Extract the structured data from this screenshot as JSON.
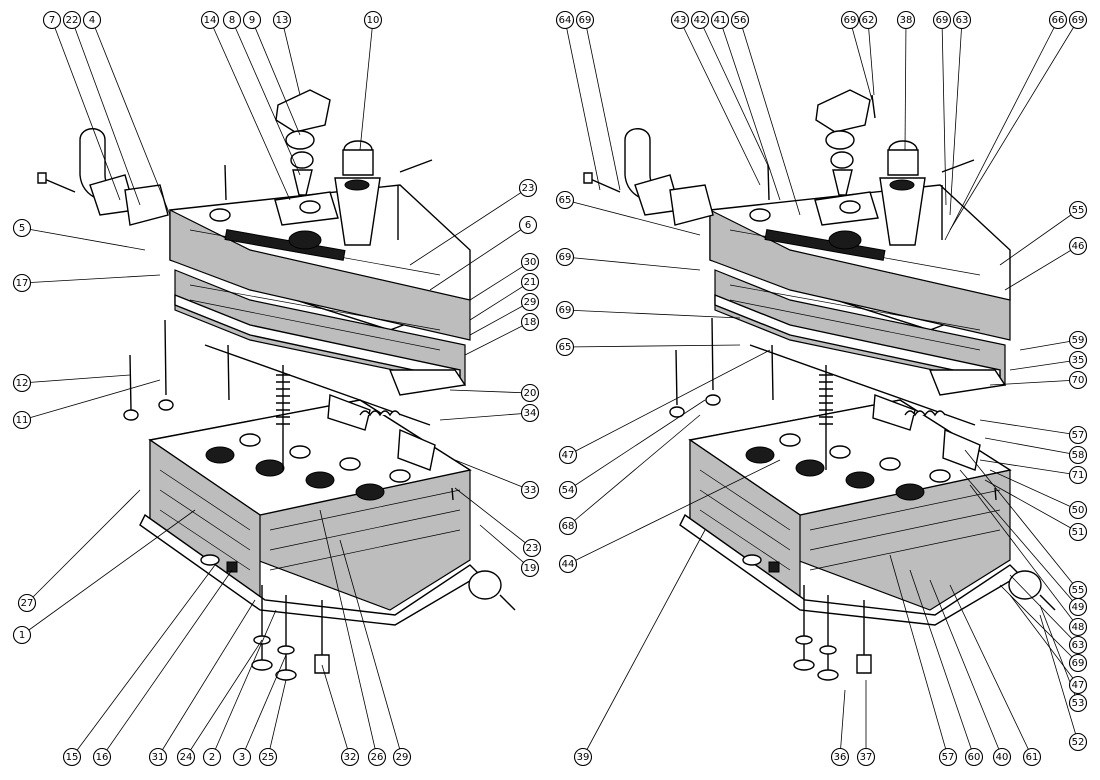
{
  "callouts": {
    "left": [
      "7",
      "22",
      "4",
      "14",
      "8",
      "9",
      "13",
      "10",
      "23",
      "6",
      "5",
      "17",
      "30",
      "21",
      "29",
      "18",
      "12",
      "11",
      "20",
      "34",
      "33",
      "23",
      "19",
      "27",
      "1",
      "15",
      "16",
      "31",
      "24",
      "2",
      "3",
      "25",
      "32",
      "26",
      "29"
    ],
    "right": [
      "64",
      "69",
      "43",
      "42",
      "41",
      "56",
      "69",
      "62",
      "38",
      "69",
      "63",
      "66",
      "69",
      "65",
      "55",
      "69",
      "46",
      "69",
      "65",
      "59",
      "35",
      "70",
      "47",
      "57",
      "54",
      "58",
      "71",
      "68",
      "50",
      "51",
      "44",
      "55",
      "49",
      "48",
      "63",
      "69",
      "47",
      "53",
      "39",
      "36",
      "37",
      "57",
      "60",
      "40",
      "61",
      "52"
    ]
  }
}
